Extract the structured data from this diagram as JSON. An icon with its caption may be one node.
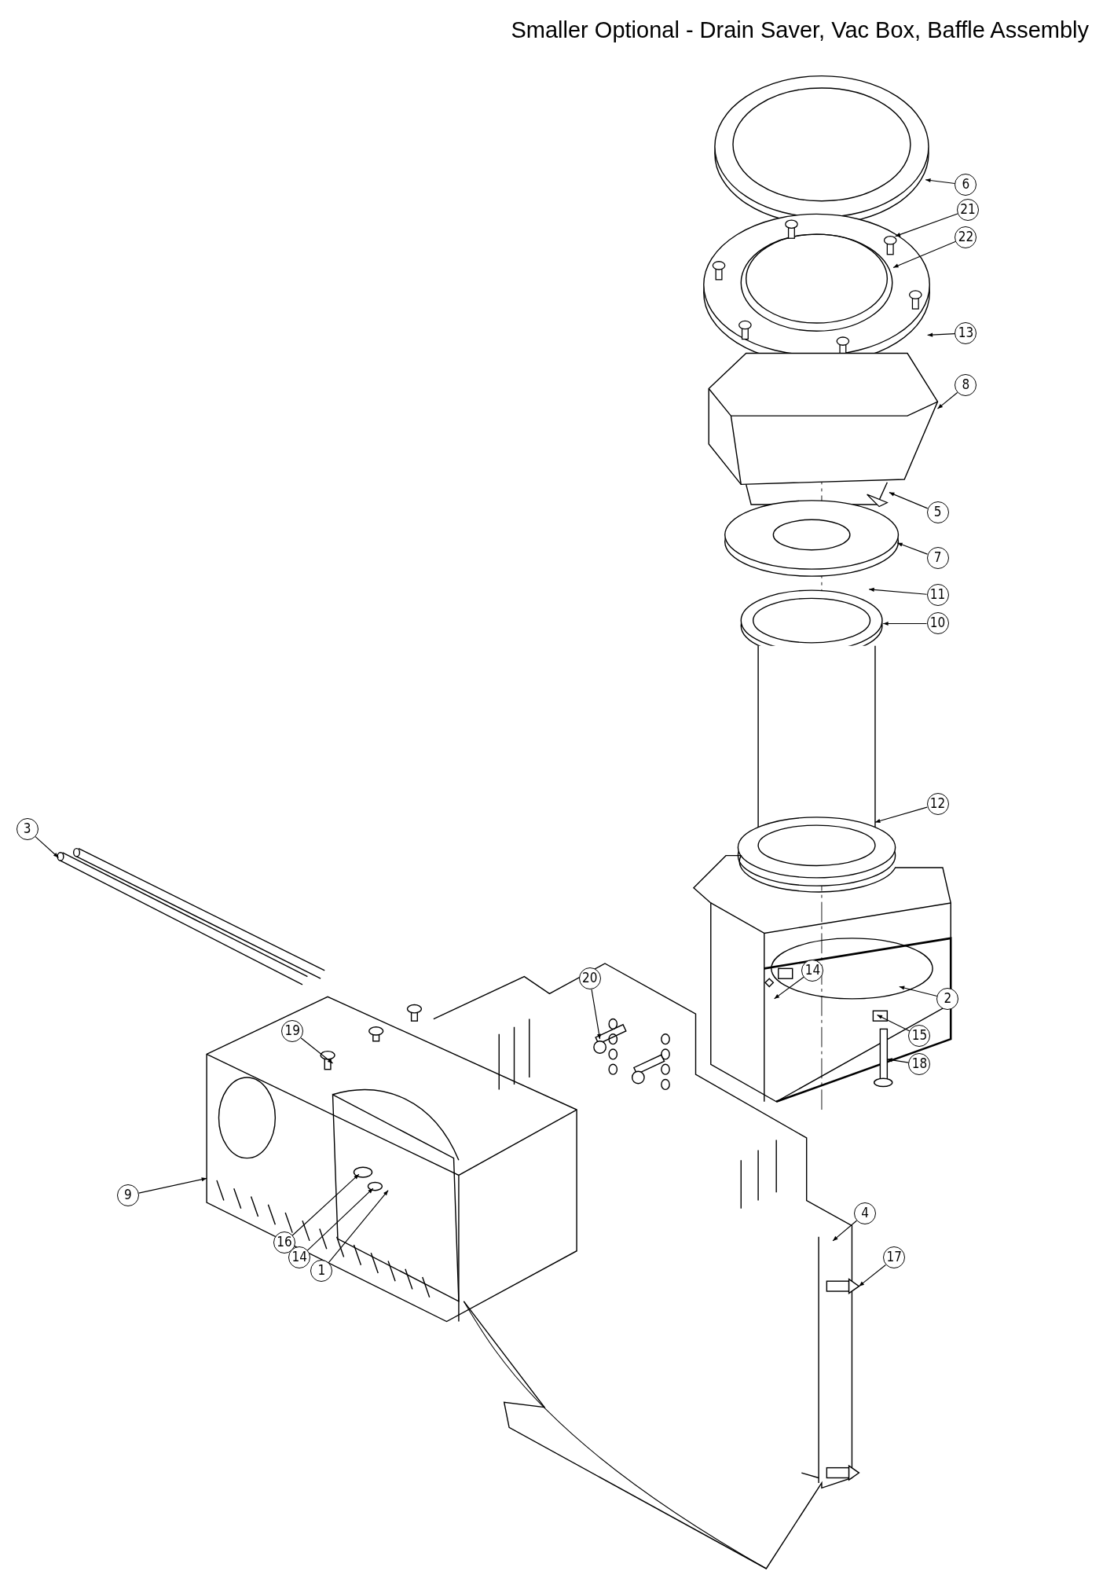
{
  "diagram": {
    "title": "Smaller Optional - Drain Saver, Vac Box, Baffle Assembly",
    "nodes": [
      {
        "text": [
          "6"
        ]
      },
      {
        "text": [
          "21"
        ]
      },
      {
        "text": [
          "22"
        ]
      },
      {
        "text": [
          "13"
        ]
      },
      {
        "text": [
          "8"
        ]
      },
      {
        "text": [
          "5"
        ]
      },
      {
        "text": [
          "7"
        ]
      },
      {
        "text": [
          "11"
        ]
      },
      {
        "text": [
          "10"
        ]
      },
      {
        "text": [
          "12"
        ]
      },
      {
        "text": [
          "3"
        ]
      },
      {
        "text": [
          "14"
        ]
      },
      {
        "text": [
          "20"
        ]
      },
      {
        "text": [
          "2"
        ]
      },
      {
        "text": [
          "15"
        ]
      },
      {
        "text": [
          "19"
        ]
      },
      {
        "text": [
          "18"
        ]
      },
      {
        "text": [
          "9"
        ]
      },
      {
        "text": [
          "4"
        ]
      },
      {
        "text": [
          "16"
        ]
      },
      {
        "text": [
          "17"
        ]
      },
      {
        "text": [
          "14"
        ]
      },
      {
        "text": [
          "1"
        ]
      }
    ],
    "edges": [
      {
        "from": 0,
        "to": null,
        "arrow": "to"
      },
      {
        "from": 1,
        "to": null,
        "arrow": "to"
      },
      {
        "from": 2,
        "to": null,
        "arrow": "to"
      },
      {
        "from": 3,
        "to": null,
        "arrow": "to"
      },
      {
        "from": 4,
        "to": null,
        "arrow": "to"
      },
      {
        "from": 5,
        "to": null,
        "arrow": "to"
      },
      {
        "from": 6,
        "to": null,
        "arrow": "to"
      },
      {
        "from": 7,
        "to": null,
        "arrow": "to"
      },
      {
        "from": 8,
        "to": null,
        "arrow": "to"
      },
      {
        "from": 9,
        "to": null,
        "arrow": "to"
      },
      {
        "from": 10,
        "to": null,
        "arrow": "to"
      },
      {
        "from": 11,
        "to": null,
        "arrow": "to"
      },
      {
        "from": 12,
        "to": null,
        "arrow": "to"
      },
      {
        "from": 13,
        "to": null,
        "arrow": "to"
      },
      {
        "from": 14,
        "to": null,
        "arrow": "to"
      },
      {
        "from": 15,
        "to": null,
        "arrow": "to"
      },
      {
        "from": 16,
        "to": null,
        "arrow": "to"
      },
      {
        "from": 17,
        "to": null,
        "arrow": "to"
      },
      {
        "from": 18,
        "to": null,
        "arrow": "to"
      },
      {
        "from": 19,
        "to": null,
        "arrow": "to"
      },
      {
        "from": 20,
        "to": null,
        "arrow": "to"
      },
      {
        "from": 21,
        "to": null,
        "arrow": "to"
      },
      {
        "from": 22,
        "to": null,
        "arrow": "to"
      }
    ]
  }
}
